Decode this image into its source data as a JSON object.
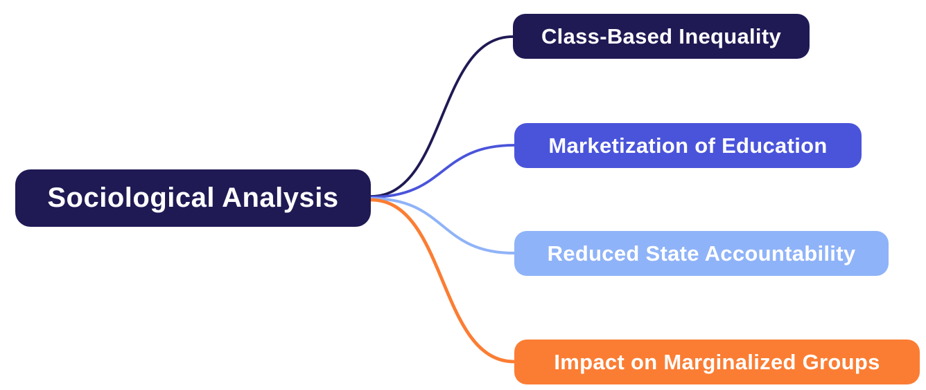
{
  "canvas": {
    "background_color": "#ffffff"
  },
  "mindmap": {
    "root": {
      "label": "Sociological Analysis",
      "bg_color": "#1f1a54",
      "text_color": "#ffffff"
    },
    "branches": [
      {
        "label": "Class-Based Inequality",
        "bg_color": "#1f1a54",
        "text_color": "#ffffff",
        "line_color": "#1f1a54"
      },
      {
        "label": "Marketization of Education",
        "bg_color": "#4a54da",
        "text_color": "#ffffff",
        "line_color": "#4a54da"
      },
      {
        "label": "Reduced State Accountability",
        "bg_color": "#8fb3f8",
        "text_color": "#ffffff",
        "line_color": "#8fb3f8"
      },
      {
        "label": "Impact on Marginalized Groups",
        "bg_color": "#fb7d33",
        "text_color": "#ffffff",
        "line_color": "#fb7d33"
      }
    ]
  }
}
